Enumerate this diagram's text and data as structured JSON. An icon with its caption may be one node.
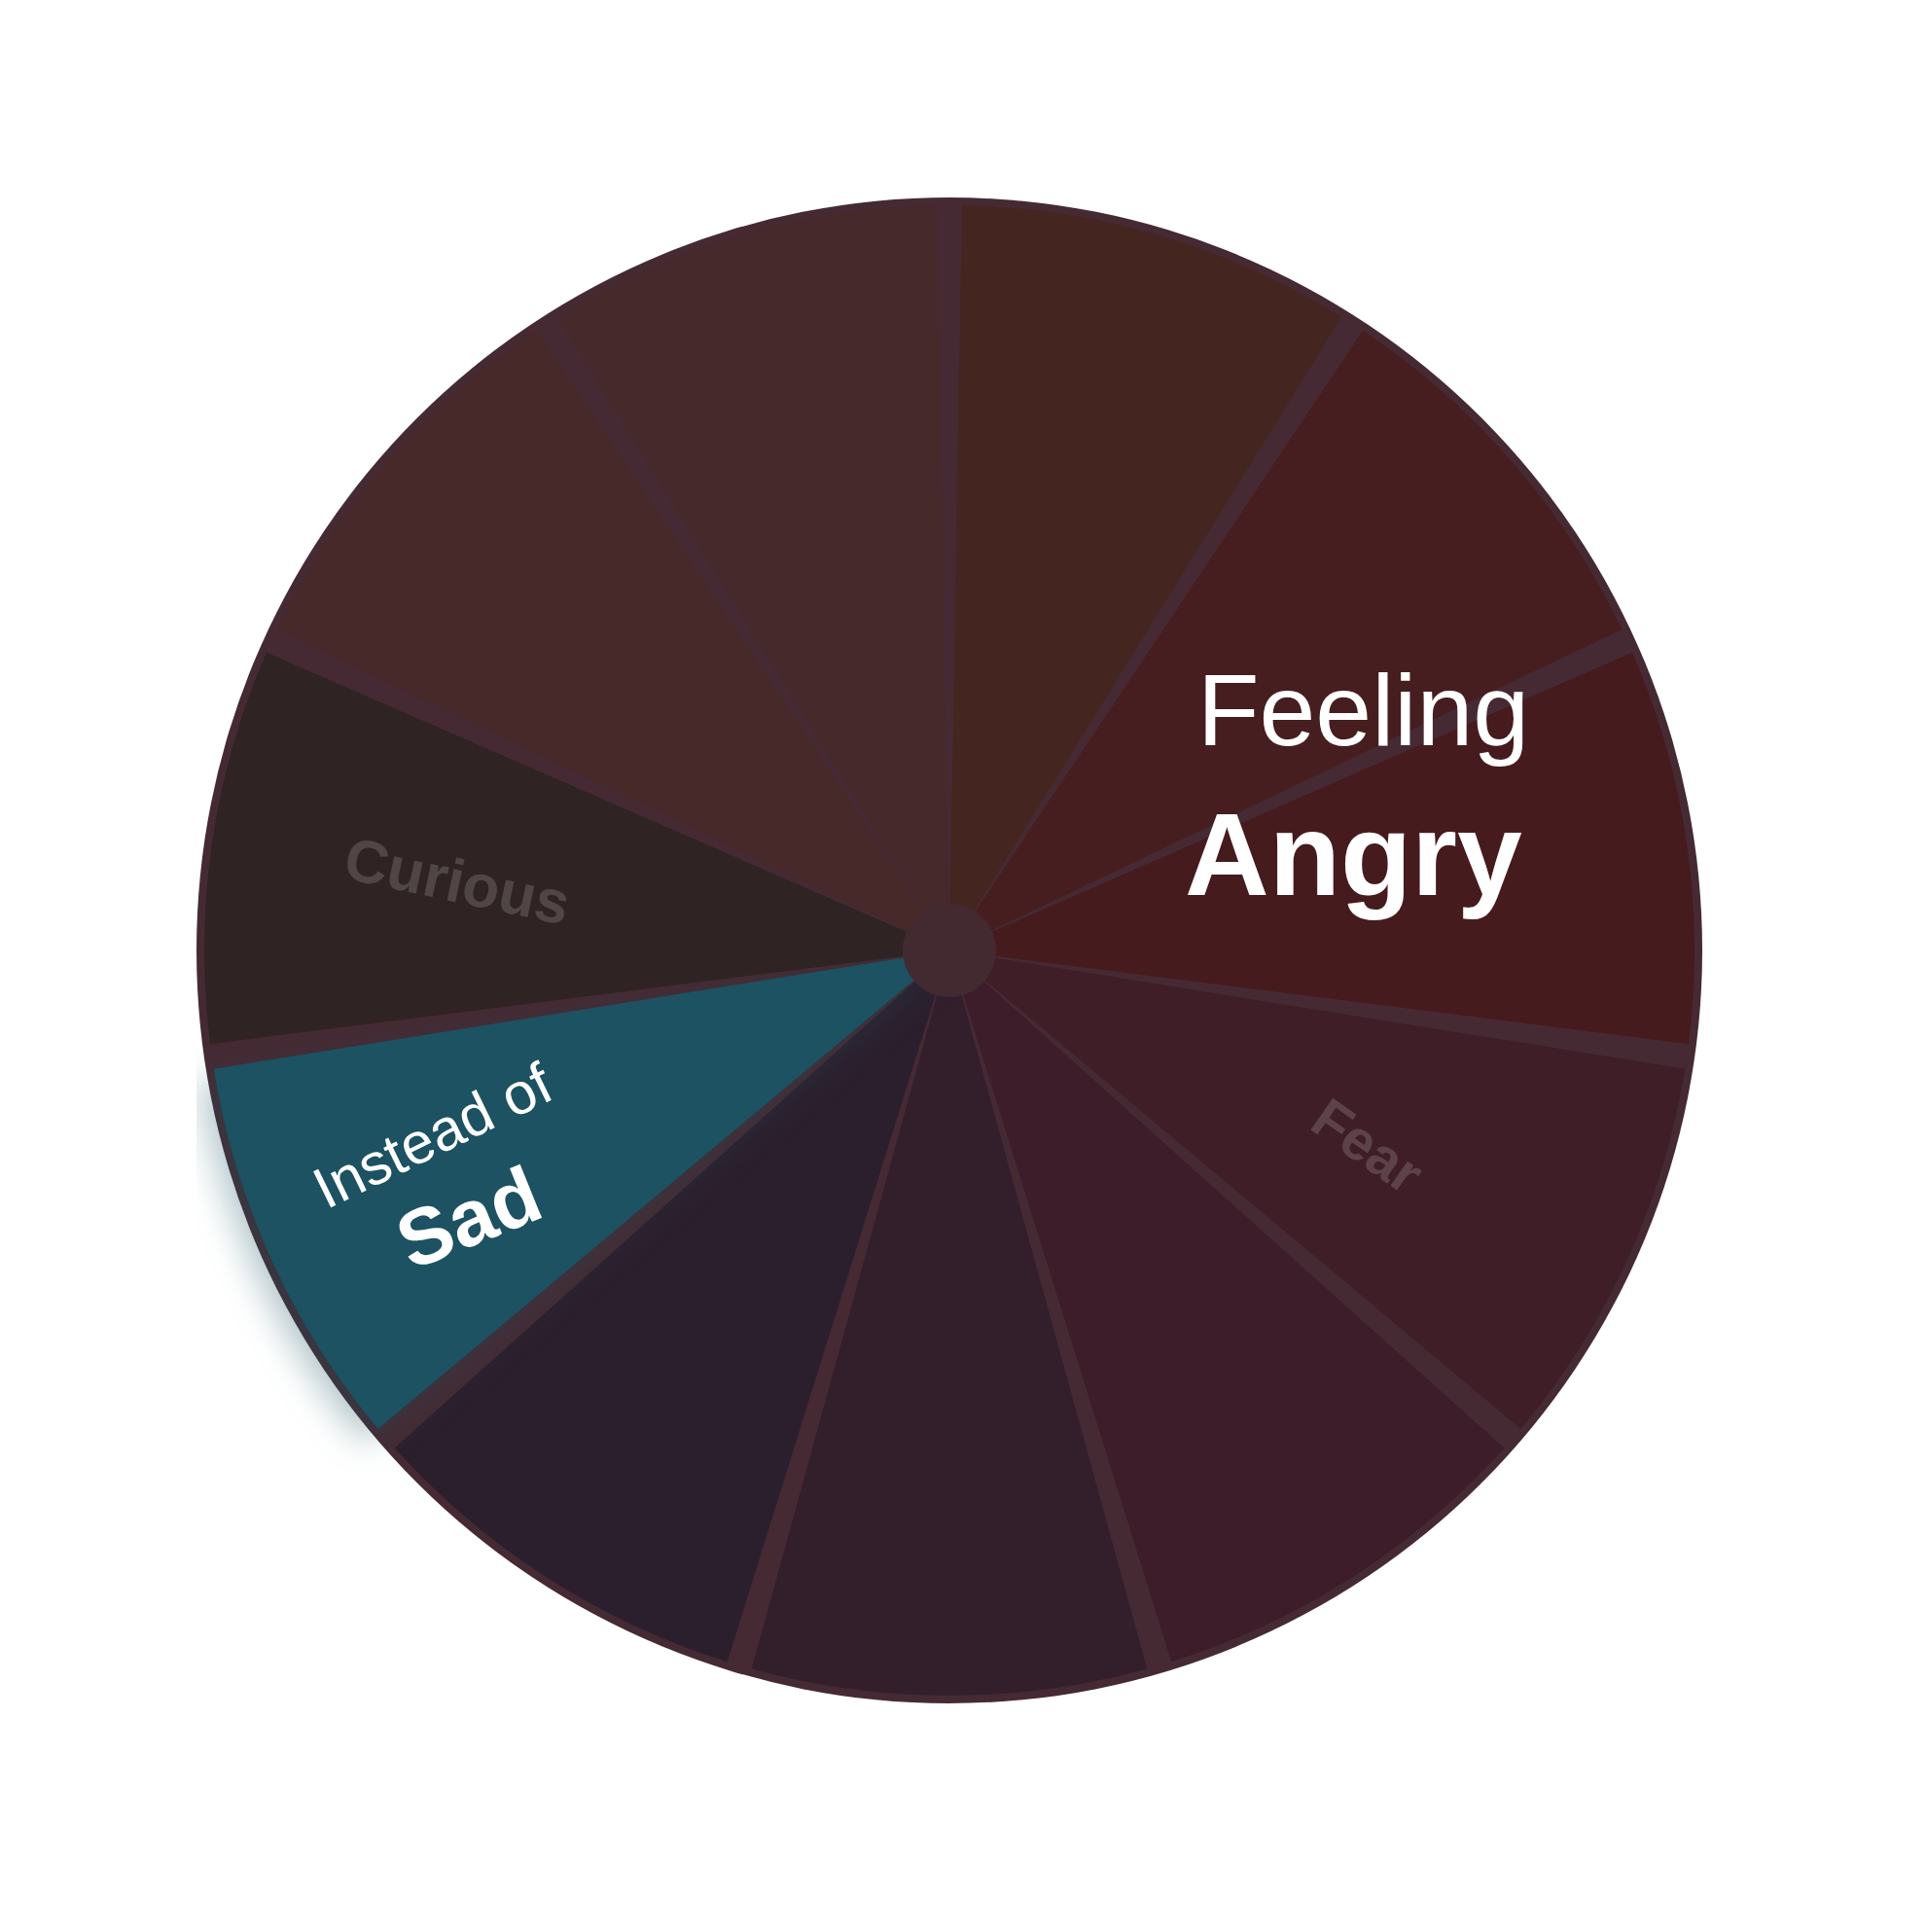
{
  "diagram": {
    "nodes": [
      {
        "text": [],
        "shape": "circle"
      }
    ],
    "labels": [
      "Feeling",
      "Angry",
      "Curious",
      "Instead of",
      "Sad",
      "Fear"
    ]
  }
}
